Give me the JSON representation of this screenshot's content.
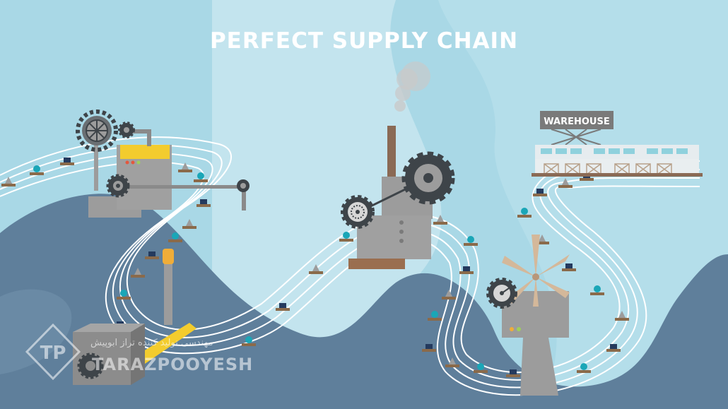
{
  "title": "PERFECT SUPPLY CHAIN",
  "warehouse_sign": "WAREHOUSE",
  "watermark": {
    "latin": "TARAZPOOYESH",
    "persian": "مهندسی تولید کننده تراز ابوپیش"
  },
  "colors": {
    "sky": "#a9d8e6",
    "sky_light": "#c7e6ef",
    "ground": "#5f7f9b",
    "machine_gray": "#9c9c9c",
    "gear_dark": "#3e4449",
    "accent_yellow": "#f3cc2e",
    "accent_orange": "#f0ad38",
    "track_line": "#ffffff"
  }
}
